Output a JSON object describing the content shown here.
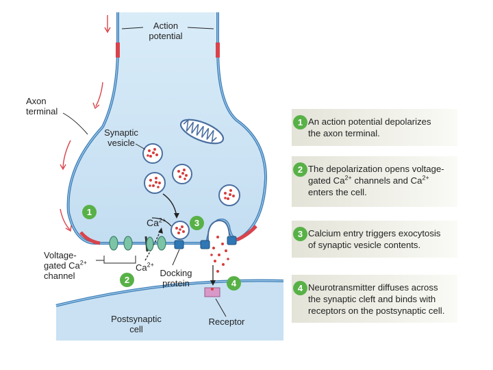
{
  "labels": {
    "action_potential": [
      "Action",
      "potential"
    ],
    "axon_terminal": [
      "Axon",
      "terminal"
    ],
    "synaptic_vesicle": [
      "Synaptic",
      "vesicle"
    ],
    "ca_upper": "Ca",
    "ca_upper_charge": "2+",
    "ca_lower": "Ca",
    "ca_lower_charge": "2+",
    "vg_channel_line1": "Voltage-",
    "vg_channel_line2_prefix": "gated Ca",
    "vg_channel_line2_charge": "2+",
    "vg_channel_line3": "channel",
    "docking_protein": [
      "Docking",
      "protein"
    ],
    "postsynaptic_cell": [
      "Postsynaptic",
      "cell"
    ],
    "receptor": "Receptor"
  },
  "diagram_numbers": [
    "1",
    "2",
    "3",
    "4"
  ],
  "steps": [
    {
      "num": "1",
      "lines": [
        "An action potential depolarizes",
        "the axon terminal."
      ]
    },
    {
      "num": "2",
      "lines": [
        "The depolarization opens voltage-",
        "gated Ca",
        "2+",
        " channels and Ca",
        "2+",
        "enters the cell."
      ]
    },
    {
      "num": "3",
      "lines": [
        "Calcium entry triggers exocytosis",
        "of synaptic vesicle contents."
      ]
    },
    {
      "num": "4",
      "lines": [
        "Neurotransmitter diffuses across",
        "the synaptic cleft and binds with",
        "receptors on the postsynaptic cell."
      ]
    }
  ],
  "colors": {
    "cytoplasm": "#cfe5f5",
    "membrane": "#3e7fb8",
    "depolarized": "#d8434b",
    "channel": "#7cc4a6",
    "docking": "#2f77b5",
    "vesicle_dot": "#d63d3d",
    "receptor": "#d898c8",
    "step_badge": "#58b147"
  }
}
